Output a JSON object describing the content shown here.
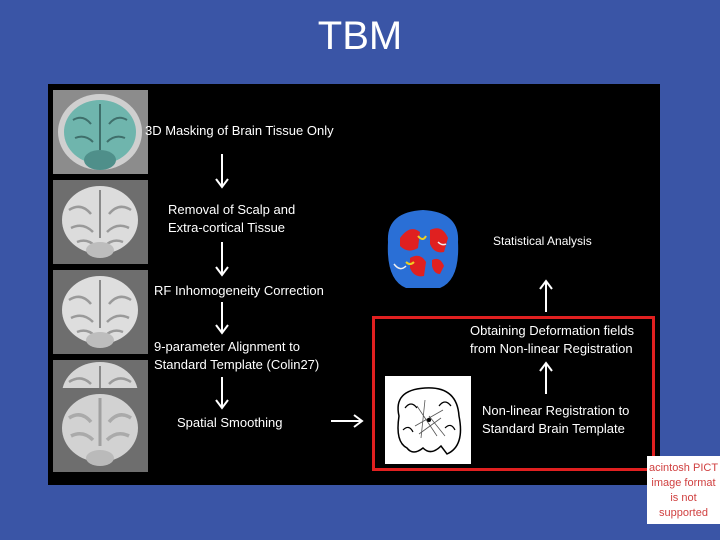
{
  "title": "TBM",
  "steps": [
    {
      "label_line1": "3D Masking of Brain Tissue Only",
      "label_line2": ""
    },
    {
      "label_line1": "Removal of Scalp and",
      "label_line2": "Extra-cortical Tissue"
    },
    {
      "label_line1": "RF Inhomogeneity Correction",
      "label_line2": ""
    },
    {
      "label_line1": "9-parameter Alignment to",
      "label_line2": "Standard Template (Colin27)"
    },
    {
      "label_line1": "Spatial Smoothing",
      "label_line2": ""
    }
  ],
  "right_steps": {
    "nonlinear_line1": "Non-linear Registration to",
    "nonlinear_line2": "Standard Brain Template",
    "deformation_line1": "Obtaining Deformation fields",
    "deformation_line2": "from Non-linear Registration",
    "statistical": "Statistical Analysis"
  },
  "placeholder": {
    "line1": "acintosh PICT",
    "line2": "image format",
    "line3": "is not supported"
  },
  "colors": {
    "background": "#3a55a6",
    "panel": "#000000",
    "highlight_border": "#e12020",
    "mask_tint": "#6fb5ad",
    "stat_map_blue": "#2a6fd6",
    "stat_map_red": "#e02020"
  }
}
